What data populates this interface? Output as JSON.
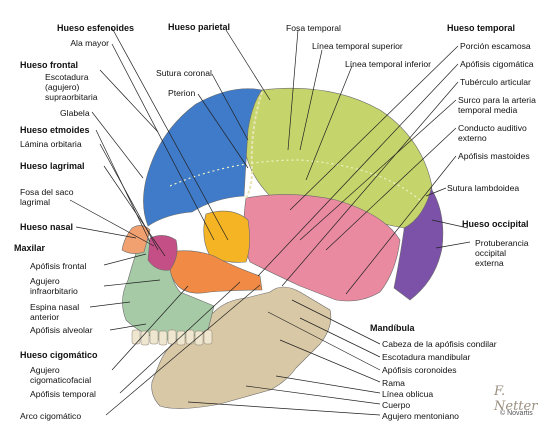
{
  "diagram": {
    "left_labels": [
      {
        "id": "hueso-esfenoides",
        "text": "Hueso esfenoides",
        "bold": true
      },
      {
        "id": "ala-mayor",
        "text": "Ala mayor",
        "bold": false
      },
      {
        "id": "hueso-frontal",
        "text": "Hueso frontal",
        "bold": true
      },
      {
        "id": "escotadura-1",
        "text": "Escotadura",
        "bold": false
      },
      {
        "id": "escotadura-2",
        "text": "(agujero)",
        "bold": false
      },
      {
        "id": "escotadura-3",
        "text": "supraorbitaria",
        "bold": false
      },
      {
        "id": "glabela",
        "text": "Glabela",
        "bold": false
      },
      {
        "id": "hueso-etmoides",
        "text": "Hueso etmoides",
        "bold": true
      },
      {
        "id": "lamina-orbitaria",
        "text": "Lámina orbitaria",
        "bold": false
      },
      {
        "id": "hueso-lagrimal",
        "text": "Hueso lagrimal",
        "bold": true
      },
      {
        "id": "fosa-saco-1",
        "text": "Fosa del saco",
        "bold": false
      },
      {
        "id": "fosa-saco-2",
        "text": "lagrimal",
        "bold": false
      },
      {
        "id": "hueso-nasal",
        "text": "Hueso nasal",
        "bold": true
      },
      {
        "id": "maxilar",
        "text": "Maxilar",
        "bold": true
      },
      {
        "id": "apofisis-frontal",
        "text": "Apófisis frontal",
        "bold": false
      },
      {
        "id": "agujero-infra-1",
        "text": "Agujero",
        "bold": false
      },
      {
        "id": "agujero-infra-2",
        "text": "infraorbitario",
        "bold": false
      },
      {
        "id": "espina-nasal-1",
        "text": "Espina nasal",
        "bold": false
      },
      {
        "id": "espina-nasal-2",
        "text": "anterior",
        "bold": false
      },
      {
        "id": "apofisis-alveolar",
        "text": "Apófisis alveolar",
        "bold": false
      },
      {
        "id": "hueso-cigomatico",
        "text": "Hueso cigomático",
        "bold": true
      },
      {
        "id": "agujero-cig-1",
        "text": "Agujero",
        "bold": false
      },
      {
        "id": "agujero-cig-2",
        "text": "cigomaticofacial",
        "bold": false
      },
      {
        "id": "apofisis-temporal",
        "text": "Apófisis temporal",
        "bold": false
      },
      {
        "id": "arco-cigomatico",
        "text": "Arco cigomático",
        "bold": false
      }
    ],
    "top_labels": [
      {
        "id": "hueso-parietal",
        "text": "Hueso parietal",
        "bold": true
      },
      {
        "id": "sutura-coronal",
        "text": "Sutura coronal",
        "bold": false
      },
      {
        "id": "pterion",
        "text": "Pterion",
        "bold": false
      },
      {
        "id": "fosa-temporal",
        "text": "Fosa temporal",
        "bold": false
      },
      {
        "id": "linea-temp-sup",
        "text": "Línea temporal superior",
        "bold": false
      },
      {
        "id": "linea-temp-inf",
        "text": "Línea temporal inferior",
        "bold": false
      }
    ],
    "right_labels": [
      {
        "id": "hueso-temporal",
        "text": "Hueso temporal",
        "bold": true
      },
      {
        "id": "porcion-escamosa",
        "text": "Porción escamosa",
        "bold": false
      },
      {
        "id": "apofisis-cigomatica",
        "text": "Apófisis cigomática",
        "bold": false
      },
      {
        "id": "tuberculo-articular",
        "text": "Tubérculo articular",
        "bold": false
      },
      {
        "id": "surco-1",
        "text": "Surco para la arteria",
        "bold": false
      },
      {
        "id": "surco-2",
        "text": "temporal media",
        "bold": false
      },
      {
        "id": "conducto-1",
        "text": "Conducto auditivo",
        "bold": false
      },
      {
        "id": "conducto-2",
        "text": "externo",
        "bold": false
      },
      {
        "id": "apofisis-mastoides",
        "text": "Apófisis mastoides",
        "bold": false
      },
      {
        "id": "sutura-lambdoidea",
        "text": "Sutura lambdoidea",
        "bold": false
      },
      {
        "id": "hueso-occipital",
        "text": "Hueso occipital",
        "bold": true
      },
      {
        "id": "protuberancia-1",
        "text": "Protuberancia",
        "bold": false
      },
      {
        "id": "protuberancia-2",
        "text": "occipital",
        "bold": false
      },
      {
        "id": "protuberancia-3",
        "text": "externa",
        "bold": false
      }
    ],
    "bottom_right_labels": [
      {
        "id": "mandibula",
        "text": "Mandíbula",
        "bold": true
      },
      {
        "id": "cabeza-apofisis",
        "text": "Cabeza de la apófisis condilar",
        "bold": false
      },
      {
        "id": "escotadura-mand",
        "text": "Escotadura mandibular",
        "bold": false
      },
      {
        "id": "apofisis-coronoides",
        "text": "Apófisis coronoides",
        "bold": false
      },
      {
        "id": "rama",
        "text": "Rama",
        "bold": false
      },
      {
        "id": "linea-oblicua",
        "text": "Línea oblicua",
        "bold": false
      },
      {
        "id": "cuerpo",
        "text": "Cuerpo",
        "bold": false
      },
      {
        "id": "agujero-mentoniano",
        "text": "Agujero mentoniano",
        "bold": false
      }
    ],
    "signature": {
      "text": "F. Netter",
      "credit": "© Novartis"
    },
    "bone_colors": {
      "frontal": "#3f7bc9",
      "parietal": "#c6d56b",
      "temporal": "#e98aa0",
      "occipital": "#7b52a8",
      "sphenoid": "#f5b424",
      "zygomatic": "#f08a45",
      "maxilla": "#a6c9a6",
      "mandible": "#d9c8a6",
      "nasal": "#f1a070",
      "ethmoid_lacrimal": "#c44f86"
    }
  }
}
